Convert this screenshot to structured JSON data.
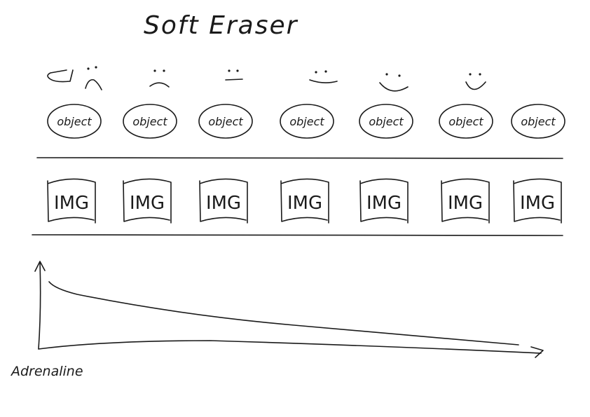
{
  "title": "Soft Eraser",
  "faces": [
    {
      "mood": "very-sad"
    },
    {
      "mood": "sad"
    },
    {
      "mood": "neutral"
    },
    {
      "mood": "slight-smile"
    },
    {
      "mood": "smile"
    },
    {
      "mood": "happy"
    },
    {
      "mood": "none"
    }
  ],
  "objects": [
    {
      "label": "object"
    },
    {
      "label": "object"
    },
    {
      "label": "object"
    },
    {
      "label": "object"
    },
    {
      "label": "object"
    },
    {
      "label": "object"
    },
    {
      "label": "object"
    }
  ],
  "images": [
    {
      "label": "IMG"
    },
    {
      "label": "IMG"
    },
    {
      "label": "IMG"
    },
    {
      "label": "IMG"
    },
    {
      "label": "IMG"
    },
    {
      "label": "IMG"
    },
    {
      "label": "IMG"
    }
  ],
  "graph": {
    "axis_label": "Adrenaline",
    "trend": "decreasing"
  }
}
